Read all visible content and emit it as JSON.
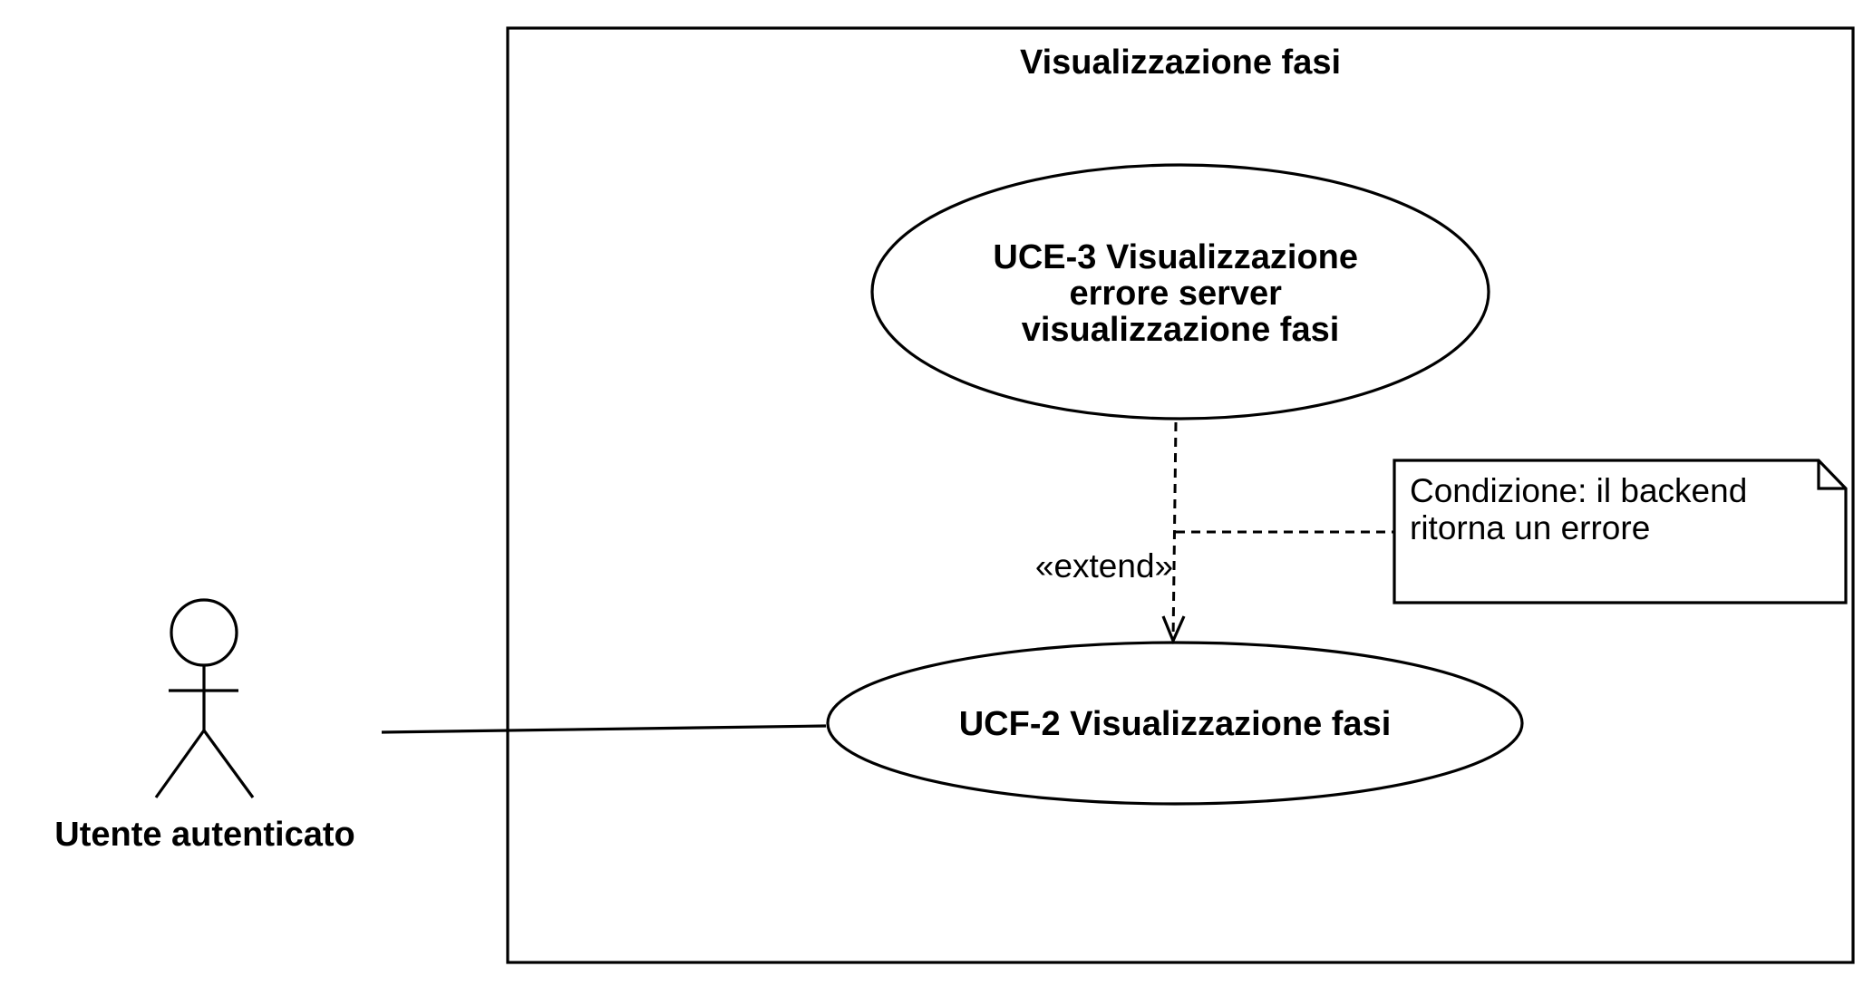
{
  "system": {
    "title": "Visualizzazione fasi"
  },
  "actor": {
    "name": "Utente autenticato"
  },
  "use_cases": {
    "uce3": {
      "lines": [
        "UCE-3 Visualizzazione",
        "errore server",
        "visualizzazione fasi"
      ]
    },
    "ucf2": {
      "label": "UCF-2 Visualizzazione fasi"
    }
  },
  "relation": {
    "stereotype": "«extend»"
  },
  "note": {
    "lines": [
      "Condizione: il backend",
      "ritorna un errore"
    ]
  }
}
